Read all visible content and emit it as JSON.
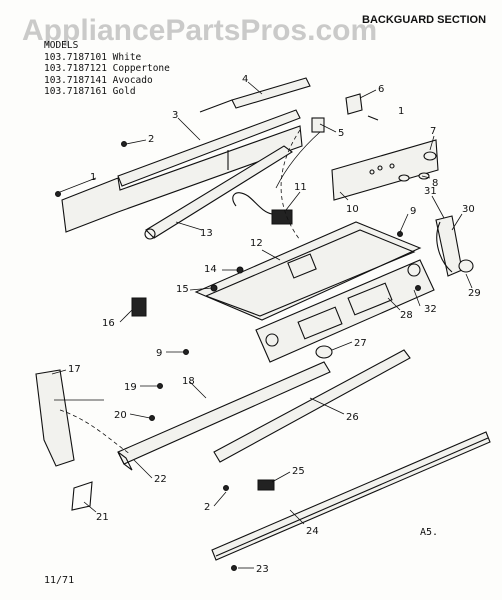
{
  "watermark": "AppliancePartsPros.com",
  "section_title": "BACKGUARD SECTION",
  "models": {
    "heading": "MODELS",
    "items": [
      {
        "number": "103.7187101",
        "color": "White"
      },
      {
        "number": "103.7187121",
        "color": "Coppertone"
      },
      {
        "number": "103.7187141",
        "color": "Avocado"
      },
      {
        "number": "103.7187161",
        "color": "Gold"
      }
    ]
  },
  "sheet_code": "A5.",
  "date": "11/71",
  "callouts": [
    {
      "id": "1",
      "label": "1"
    },
    {
      "id": "2",
      "label": "2"
    },
    {
      "id": "3",
      "label": "3"
    },
    {
      "id": "4",
      "label": "4"
    },
    {
      "id": "5",
      "label": "5"
    },
    {
      "id": "6",
      "label": "6"
    },
    {
      "id": "1b",
      "label": "1"
    },
    {
      "id": "7",
      "label": "7"
    },
    {
      "id": "8",
      "label": "8"
    },
    {
      "id": "9",
      "label": "9"
    },
    {
      "id": "10",
      "label": "10"
    },
    {
      "id": "11",
      "label": "11"
    },
    {
      "id": "12",
      "label": "12"
    },
    {
      "id": "13",
      "label": "13"
    },
    {
      "id": "14",
      "label": "14"
    },
    {
      "id": "15",
      "label": "15"
    },
    {
      "id": "16",
      "label": "16"
    },
    {
      "id": "9b",
      "label": "9"
    },
    {
      "id": "17",
      "label": "17"
    },
    {
      "id": "18",
      "label": "18"
    },
    {
      "id": "19",
      "label": "19"
    },
    {
      "id": "20",
      "label": "20"
    },
    {
      "id": "21",
      "label": "21"
    },
    {
      "id": "22",
      "label": "22"
    },
    {
      "id": "23",
      "label": "23"
    },
    {
      "id": "24",
      "label": "24"
    },
    {
      "id": "25",
      "label": "25"
    },
    {
      "id": "2b",
      "label": "2"
    },
    {
      "id": "26",
      "label": "26"
    },
    {
      "id": "27",
      "label": "27"
    },
    {
      "id": "28",
      "label": "28"
    },
    {
      "id": "29",
      "label": "29"
    },
    {
      "id": "30",
      "label": "30"
    },
    {
      "id": "31",
      "label": "31"
    },
    {
      "id": "32",
      "label": "32"
    }
  ]
}
